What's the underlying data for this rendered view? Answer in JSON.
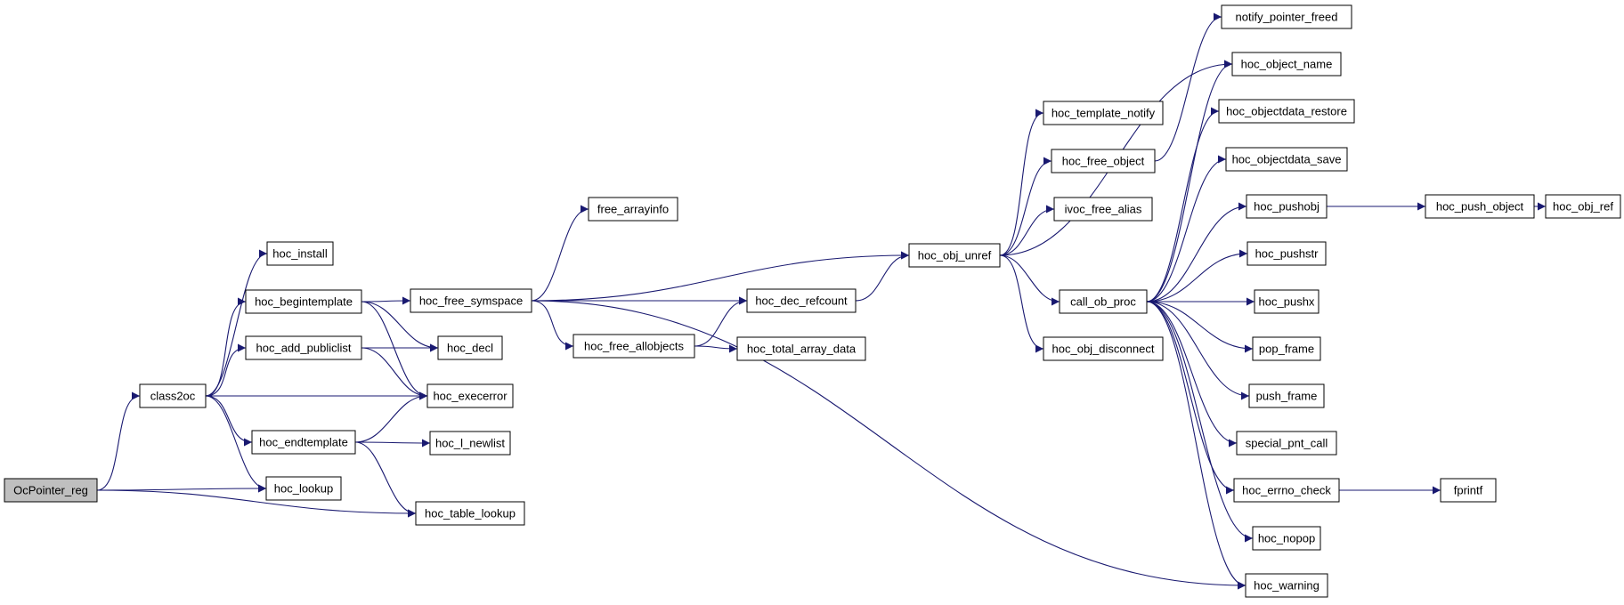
{
  "graph": {
    "type": "call-graph",
    "edge_color": "#191970",
    "root_fill": "#bfbfbf",
    "nodes": [
      {
        "id": "OcPointer_reg",
        "label": "OcPointer_reg"
      },
      {
        "id": "class2oc",
        "label": "class2oc"
      },
      {
        "id": "hoc_install",
        "label": "hoc_install"
      },
      {
        "id": "hoc_begintemplate",
        "label": "hoc_begintemplate"
      },
      {
        "id": "hoc_add_publiclist",
        "label": "hoc_add_publiclist"
      },
      {
        "id": "hoc_endtemplate",
        "label": "hoc_endtemplate"
      },
      {
        "id": "hoc_lookup",
        "label": "hoc_lookup"
      },
      {
        "id": "hoc_free_symspace",
        "label": "hoc_free_symspace"
      },
      {
        "id": "hoc_decl",
        "label": "hoc_decl"
      },
      {
        "id": "hoc_execerror",
        "label": "hoc_execerror"
      },
      {
        "id": "hoc_l_newlist",
        "label": "hoc_l_newlist"
      },
      {
        "id": "hoc_table_lookup",
        "label": "hoc_table_lookup"
      },
      {
        "id": "free_arrayinfo",
        "label": "free_arrayinfo"
      },
      {
        "id": "hoc_free_allobjects",
        "label": "hoc_free_allobjects"
      },
      {
        "id": "hoc_dec_refcount",
        "label": "hoc_dec_refcount"
      },
      {
        "id": "hoc_total_array_data",
        "label": "hoc_total_array_data"
      },
      {
        "id": "hoc_obj_unref",
        "label": "hoc_obj_unref"
      },
      {
        "id": "hoc_template_notify",
        "label": "hoc_template_notify"
      },
      {
        "id": "hoc_free_object",
        "label": "hoc_free_object"
      },
      {
        "id": "ivoc_free_alias",
        "label": "ivoc_free_alias"
      },
      {
        "id": "call_ob_proc",
        "label": "call_ob_proc"
      },
      {
        "id": "hoc_obj_disconnect",
        "label": "hoc_obj_disconnect"
      },
      {
        "id": "notify_pointer_freed",
        "label": "notify_pointer_freed"
      },
      {
        "id": "hoc_object_name",
        "label": "hoc_object_name"
      },
      {
        "id": "hoc_objectdata_restore",
        "label": "hoc_objectdata_restore"
      },
      {
        "id": "hoc_objectdata_save",
        "label": "hoc_objectdata_save"
      },
      {
        "id": "hoc_pushobj",
        "label": "hoc_pushobj"
      },
      {
        "id": "hoc_pushstr",
        "label": "hoc_pushstr"
      },
      {
        "id": "hoc_pushx",
        "label": "hoc_pushx"
      },
      {
        "id": "pop_frame",
        "label": "pop_frame"
      },
      {
        "id": "push_frame",
        "label": "push_frame"
      },
      {
        "id": "special_pnt_call",
        "label": "special_pnt_call"
      },
      {
        "id": "hoc_errno_check",
        "label": "hoc_errno_check"
      },
      {
        "id": "hoc_nopop",
        "label": "hoc_nopop"
      },
      {
        "id": "hoc_warning",
        "label": "hoc_warning"
      },
      {
        "id": "hoc_push_object",
        "label": "hoc_push_object"
      },
      {
        "id": "hoc_obj_ref",
        "label": "hoc_obj_ref"
      },
      {
        "id": "fprintf",
        "label": "fprintf"
      }
    ],
    "edges": [
      [
        "OcPointer_reg",
        "class2oc"
      ],
      [
        "OcPointer_reg",
        "hoc_lookup"
      ],
      [
        "OcPointer_reg",
        "hoc_table_lookup"
      ],
      [
        "class2oc",
        "hoc_install"
      ],
      [
        "class2oc",
        "hoc_begintemplate"
      ],
      [
        "class2oc",
        "hoc_add_publiclist"
      ],
      [
        "class2oc",
        "hoc_execerror"
      ],
      [
        "class2oc",
        "hoc_endtemplate"
      ],
      [
        "class2oc",
        "hoc_lookup"
      ],
      [
        "hoc_begintemplate",
        "hoc_free_symspace"
      ],
      [
        "hoc_begintemplate",
        "hoc_decl"
      ],
      [
        "hoc_begintemplate",
        "hoc_execerror"
      ],
      [
        "hoc_add_publiclist",
        "hoc_decl"
      ],
      [
        "hoc_add_publiclist",
        "hoc_execerror"
      ],
      [
        "hoc_endtemplate",
        "hoc_execerror"
      ],
      [
        "hoc_endtemplate",
        "hoc_l_newlist"
      ],
      [
        "hoc_endtemplate",
        "hoc_table_lookup"
      ],
      [
        "hoc_free_symspace",
        "free_arrayinfo"
      ],
      [
        "hoc_free_symspace",
        "hoc_obj_unref"
      ],
      [
        "hoc_free_symspace",
        "hoc_dec_refcount"
      ],
      [
        "hoc_free_symspace",
        "hoc_free_allobjects"
      ],
      [
        "hoc_free_symspace",
        "hoc_warning"
      ],
      [
        "hoc_free_allobjects",
        "hoc_dec_refcount"
      ],
      [
        "hoc_free_allobjects",
        "hoc_total_array_data"
      ],
      [
        "hoc_dec_refcount",
        "hoc_obj_unref"
      ],
      [
        "hoc_obj_unref",
        "hoc_template_notify"
      ],
      [
        "hoc_obj_unref",
        "hoc_free_object"
      ],
      [
        "hoc_obj_unref",
        "ivoc_free_alias"
      ],
      [
        "hoc_obj_unref",
        "call_ob_proc"
      ],
      [
        "hoc_obj_unref",
        "hoc_obj_disconnect"
      ],
      [
        "hoc_obj_unref",
        "hoc_object_name"
      ],
      [
        "hoc_free_object",
        "notify_pointer_freed"
      ],
      [
        "call_ob_proc",
        "hoc_object_name"
      ],
      [
        "call_ob_proc",
        "hoc_objectdata_restore"
      ],
      [
        "call_ob_proc",
        "hoc_objectdata_save"
      ],
      [
        "call_ob_proc",
        "hoc_pushobj"
      ],
      [
        "call_ob_proc",
        "hoc_pushstr"
      ],
      [
        "call_ob_proc",
        "hoc_pushx"
      ],
      [
        "call_ob_proc",
        "pop_frame"
      ],
      [
        "call_ob_proc",
        "push_frame"
      ],
      [
        "call_ob_proc",
        "special_pnt_call"
      ],
      [
        "call_ob_proc",
        "hoc_errno_check"
      ],
      [
        "call_ob_proc",
        "hoc_nopop"
      ],
      [
        "call_ob_proc",
        "hoc_warning"
      ],
      [
        "hoc_pushobj",
        "hoc_push_object"
      ],
      [
        "hoc_push_object",
        "hoc_obj_ref"
      ],
      [
        "hoc_errno_check",
        "fprintf"
      ]
    ]
  }
}
